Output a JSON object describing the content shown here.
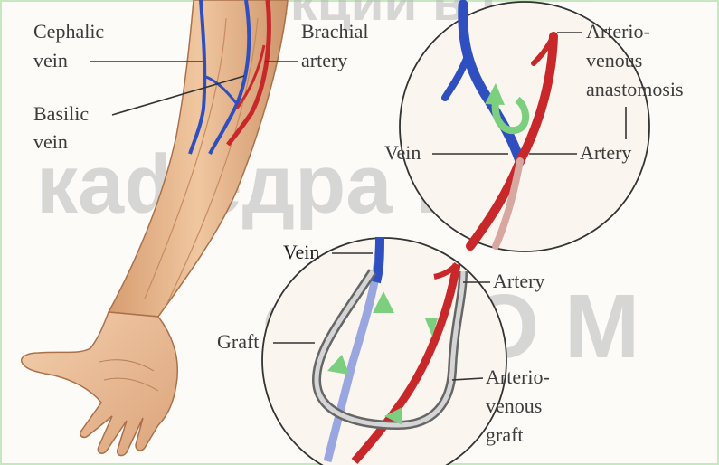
{
  "watermark": {
    "line1": "кафедра не",
    "line2": "ФПДО М",
    "line0": "лекции в г"
  },
  "labels": {
    "cephalic_vein": [
      "Cephalic",
      "vein"
    ],
    "brachial_artery": [
      "Brachial",
      "artery"
    ],
    "basilic_vein": [
      "Basilic",
      "vein"
    ],
    "av_anastomosis": [
      "Arterio-",
      "venous",
      "anastomosis"
    ],
    "vein_top": "Vein",
    "artery_top": "Artery",
    "vein_bottom": "Vein",
    "artery_bottom": "Artery",
    "graft": "Graft",
    "av_graft": [
      "Arterio-",
      "venous",
      "graft"
    ]
  },
  "colors": {
    "vein": "#2f4fc0",
    "artery": "#c8282a",
    "flow_arrow": "#7ccf7e",
    "skin": "#e6b58c",
    "graft": "#8c8c8c",
    "frame": "#c6e8c0"
  }
}
